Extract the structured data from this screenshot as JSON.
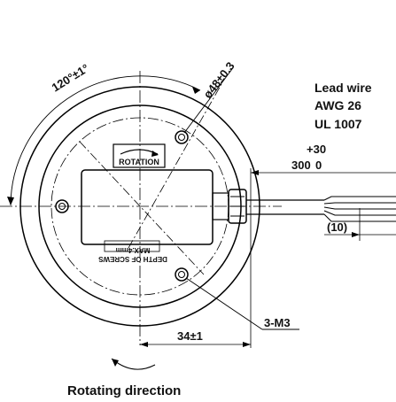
{
  "title": "",
  "labels": {
    "lead_wire": "Lead wire",
    "awg": "AWG 26",
    "ul": "UL 1007",
    "tol_plus": "+30",
    "length": "300",
    "tol_zero": "0",
    "tip": "(10)",
    "diameter": "ø48±0.3",
    "angle": "120°±1°",
    "rotation": "ROTATION",
    "depth_line1": "DEPTH OF SCREWS",
    "depth_line2": "MAX.4mm",
    "offset": "34±1",
    "screws": "3-M3",
    "rotating_direction": "Rotating direction"
  }
}
